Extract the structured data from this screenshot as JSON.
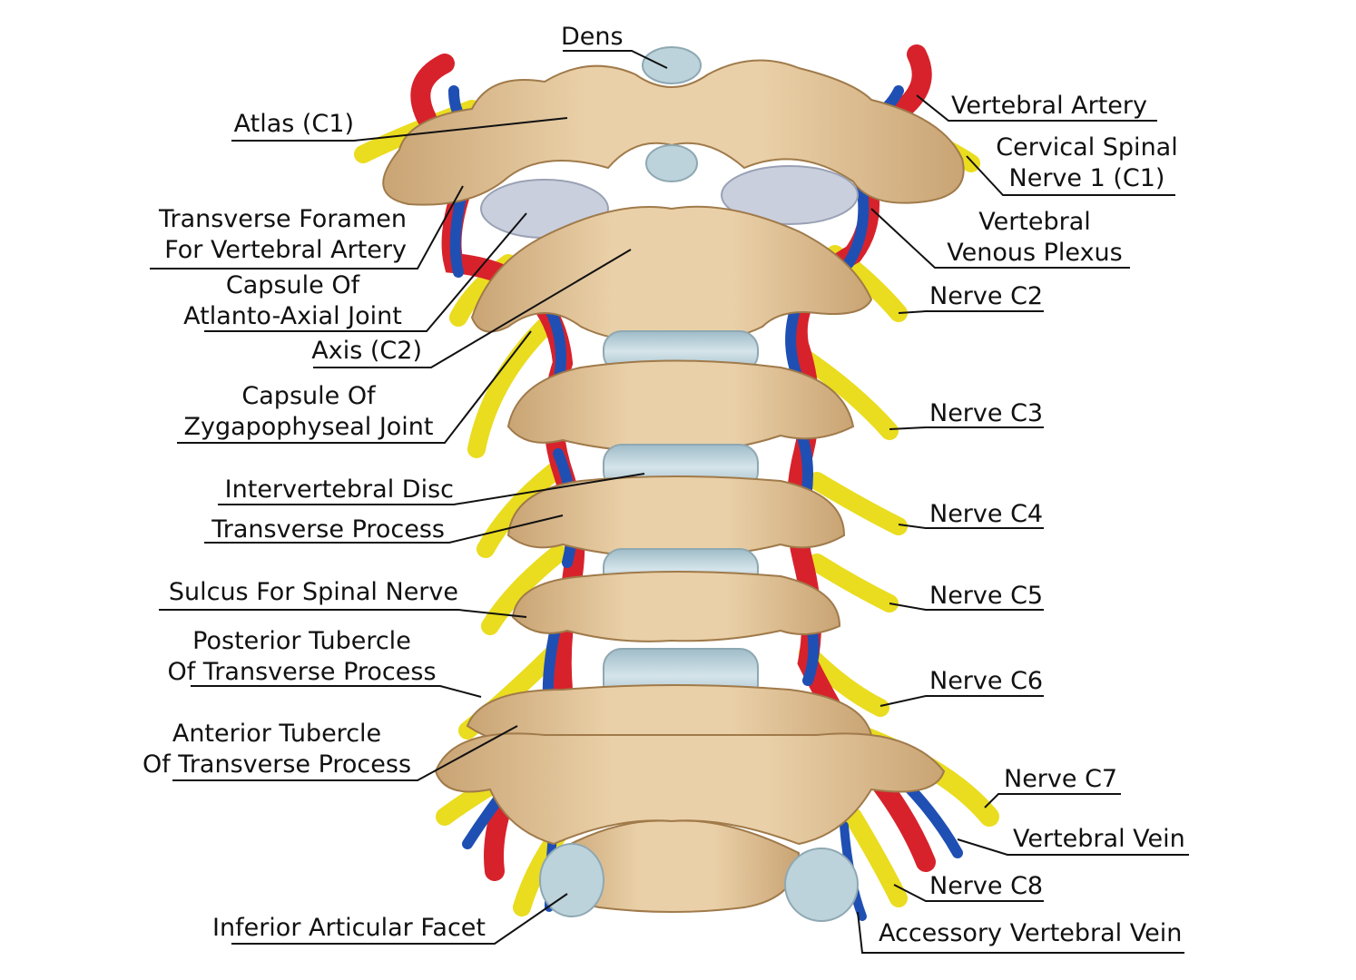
{
  "colors": {
    "bone": "#e4c79c",
    "bone_shadow": "#b88f5e",
    "disc": "#bcd3dc",
    "capsule": "#c9cfdd",
    "artery": "#d7222b",
    "vein": "#1f4fb3",
    "nerve": "#eadc1f",
    "leader": "#111111"
  },
  "labels": {
    "dens": "Dens",
    "atlas": "Atlas (C1)",
    "transverse_foramen": [
      "Transverse Foramen",
      "For Vertebral Artery"
    ],
    "capsule_atlanto": [
      "Capsule Of",
      "Atlanto-Axial Joint"
    ],
    "axis": "Axis (C2)",
    "capsule_zyga": [
      "Capsule Of",
      "Zygapophyseal Joint"
    ],
    "intervertebral_disc": "Intervertebral Disc",
    "transverse_process": "Transverse Process",
    "sulcus": "Sulcus For Spinal Nerve",
    "posterior_tubercle": [
      "Posterior Tubercle",
      "Of Transverse Process"
    ],
    "anterior_tubercle": [
      "Anterior Tubercle",
      "Of Transverse Process"
    ],
    "inferior_facet": "Inferior Articular Facet",
    "vertebral_artery": "Vertebral Artery",
    "cervical_spinal_nerve": [
      "Cervical Spinal",
      "Nerve 1 (C1)"
    ],
    "venous_plexus": [
      "Vertebral",
      "Venous Plexus"
    ],
    "nerve_c2": "Nerve C2",
    "nerve_c3": "Nerve C3",
    "nerve_c4": "Nerve C4",
    "nerve_c5": "Nerve C5",
    "nerve_c6": "Nerve C6",
    "nerve_c7": "Nerve C7",
    "vertebral_vein": "Vertebral Vein",
    "nerve_c8": "Nerve C8",
    "accessory_vein": "Accessory Vertebral Vein"
  }
}
